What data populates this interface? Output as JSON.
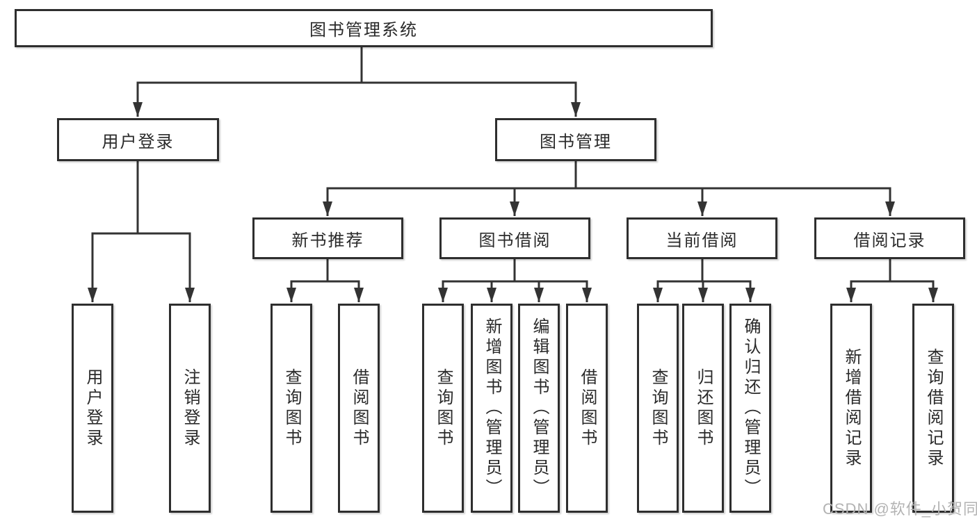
{
  "tree": {
    "root": {
      "label": "图书管理系统"
    },
    "branches": [
      {
        "label": "用户登录",
        "leaves": [
          {
            "label": "用户登录"
          },
          {
            "label": "注销登录"
          }
        ]
      },
      {
        "label": "图书管理",
        "groups": [
          {
            "label": "新书推荐",
            "leaves": [
              {
                "label": "查询图书"
              },
              {
                "label": "借阅图书"
              }
            ]
          },
          {
            "label": "图书借阅",
            "leaves": [
              {
                "label": "查询图书"
              },
              {
                "label": "新增图书（管理员）"
              },
              {
                "label": "编辑图书（管理员）"
              },
              {
                "label": "借阅图书"
              }
            ]
          },
          {
            "label": "当前借阅",
            "leaves": [
              {
                "label": "查询图书"
              },
              {
                "label": "归还图书"
              },
              {
                "label": "确认归还（管理员）"
              }
            ]
          },
          {
            "label": "借阅记录",
            "leaves": [
              {
                "label": "新增借阅记录"
              },
              {
                "label": "查询借阅记录"
              }
            ]
          }
        ]
      }
    ]
  },
  "watermark": {
    "text": "CSDN @软件_小贺同学"
  },
  "colors": {
    "line": "#333333",
    "box_border": "#2e2e2e",
    "box_bg": "#ffffff",
    "text": "#2a2a2a",
    "watermark": "#b3b3b3",
    "background": "#ffffff"
  }
}
